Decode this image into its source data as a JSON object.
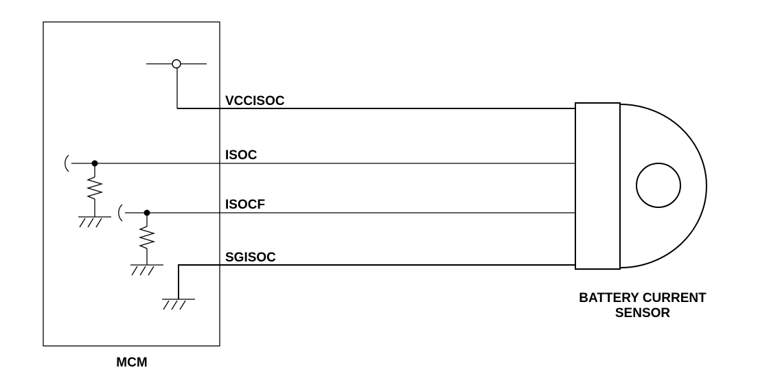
{
  "module": {
    "label": "MCM"
  },
  "sensor": {
    "label_line1": "BATTERY CURRENT",
    "label_line2": "SENSOR"
  },
  "wires": [
    {
      "label": "VCCISOC"
    },
    {
      "label": "ISOC"
    },
    {
      "label": "ISOCF"
    },
    {
      "label": "SGISOC"
    }
  ],
  "colors": {
    "line": "#000000",
    "background": "#ffffff"
  }
}
